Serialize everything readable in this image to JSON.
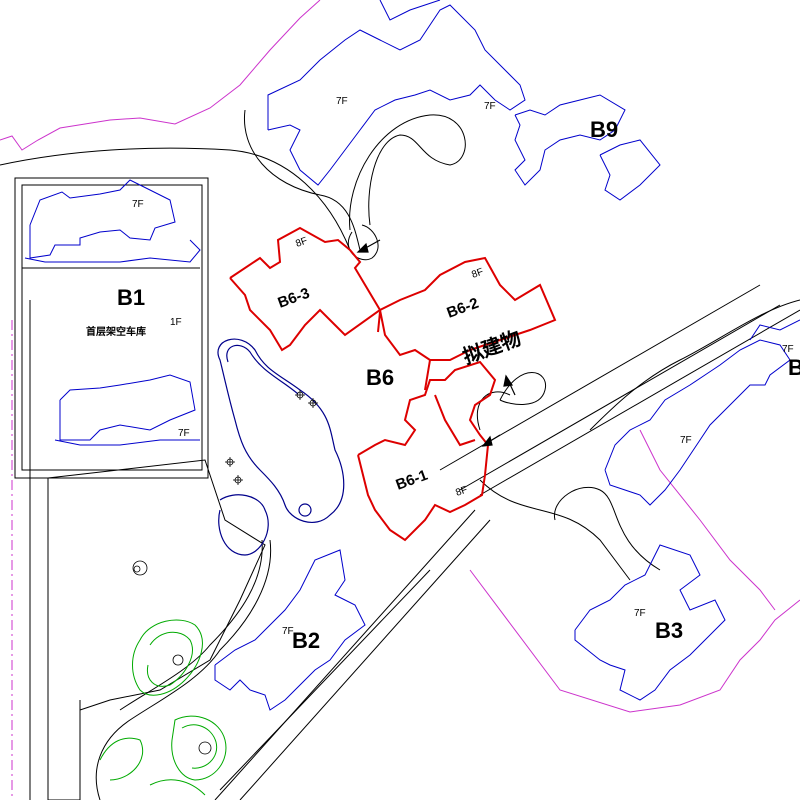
{
  "colors": {
    "road": "#000000",
    "neighbor_building": "#0000cc",
    "proposed_building": "#dd0000",
    "site_boundary": "#cc33cc",
    "water": "#00008b",
    "landscape": "#00aa00"
  },
  "labels": {
    "b1": "B1",
    "b1_carport": "首层架空车库",
    "b1_floors": "1F",
    "b1_top_floors": "7F",
    "b1_bottom_floors": "7F",
    "b9": "B9",
    "b9_floors_left": "7F",
    "b9_floors_right": "7F",
    "b6": "B6",
    "b6_1": "B6-1",
    "b6_1_floors": "8F",
    "b6_2": "B6-2",
    "b6_2_floors": "8F",
    "b6_3": "B6-3",
    "b6_3_floors": "8F",
    "proposed": "拟建物",
    "b2": "B2",
    "b2_floors": "7F",
    "b3": "B3",
    "b3_floors": "7F",
    "right_floors": "7F",
    "right_edge_label": "7F",
    "right_edge_letter": "B"
  },
  "icons": [
    "entrance-arrow-icon",
    "planting-cross-icon",
    "tree-icon"
  ]
}
